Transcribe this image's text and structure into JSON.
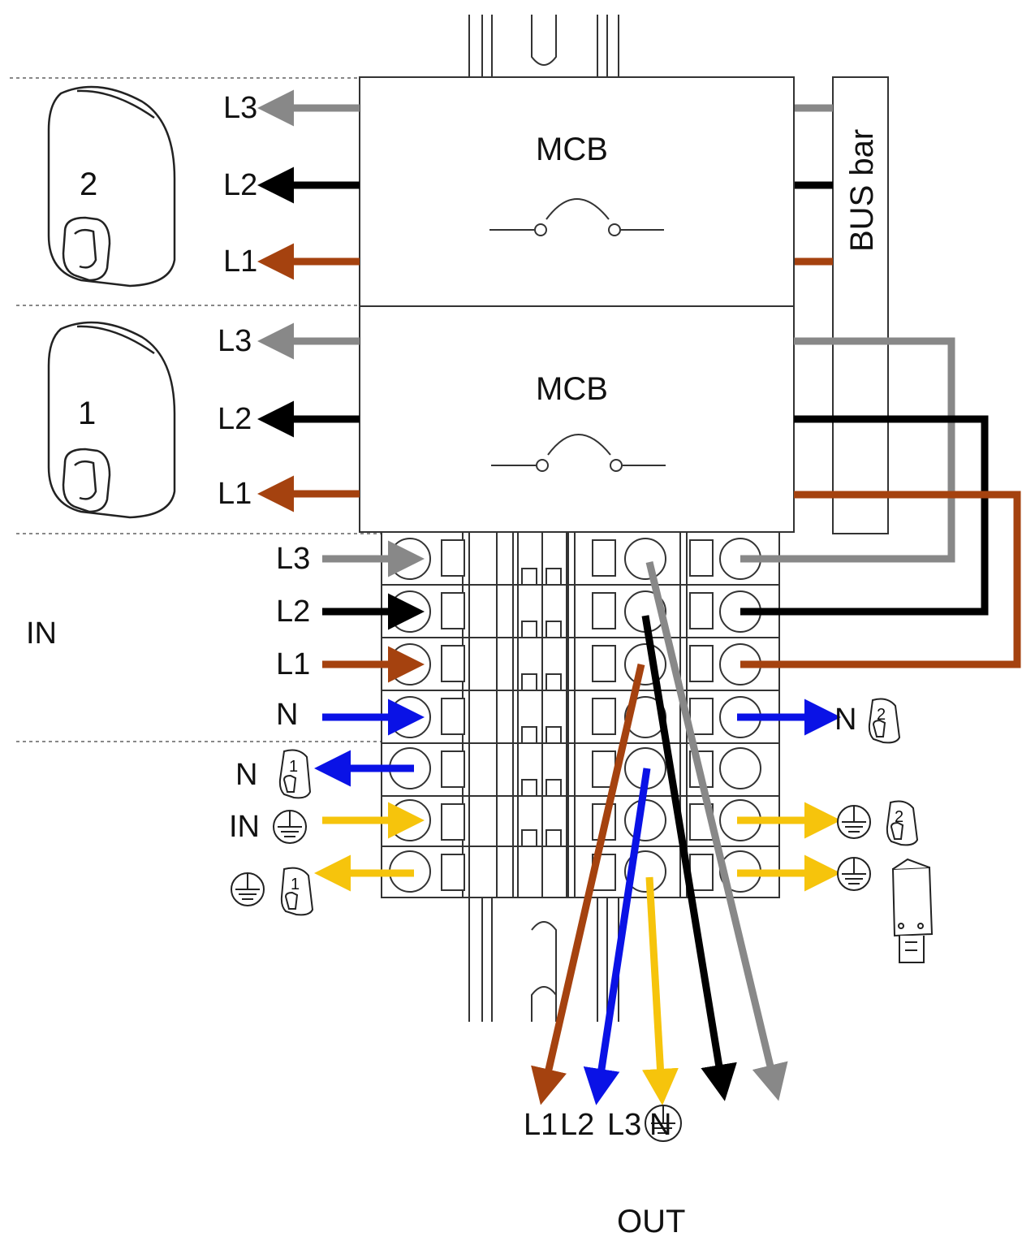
{
  "colors": {
    "L1": "#a5420f",
    "L2": "#000000",
    "L3": "#888888",
    "N": "#0a12e6",
    "PE": "#f6c40c",
    "outline": "#333333",
    "dotted": "#888888"
  },
  "mcb_top": {
    "label": "MCB"
  },
  "mcb_bottom": {
    "label": "MCB"
  },
  "busbar": {
    "label": "BUS bar"
  },
  "charger2": {
    "number": "2"
  },
  "charger1": {
    "number": "1"
  },
  "charger2_outputs": {
    "l3": "L3",
    "l2": "L2",
    "l1": "L1"
  },
  "charger1_outputs": {
    "l3": "L3",
    "l2": "L2",
    "l1": "L1"
  },
  "in_section": {
    "label": "IN",
    "l3": "L3",
    "l2": "L2",
    "l1": "L1",
    "n": "N"
  },
  "lower_left": {
    "n_label": "N",
    "n_badge": "1",
    "pe_in_label": "IN",
    "pe_badge": "1"
  },
  "right_outputs": {
    "n_label": "N",
    "n_badge": "2",
    "pe_badge": "2"
  },
  "out_section": {
    "label": "OUT",
    "l1": "L1",
    "l2": "L2",
    "l3": "L3",
    "n": "N"
  },
  "icons": [
    "charger-2-icon",
    "charger-1-icon",
    "ground-icon",
    "sensor-icon",
    "mcb-switch-icon"
  ]
}
